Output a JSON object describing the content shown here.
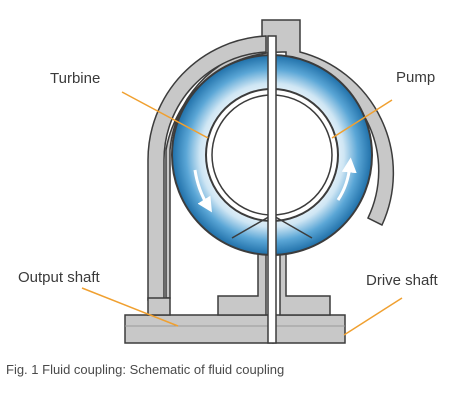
{
  "labels": {
    "turbine": "Turbine",
    "pump": "Pump",
    "output_shaft": "Output shaft",
    "drive_shaft": "Drive shaft"
  },
  "caption": "Fig. 1 Fluid coupling: Schematic of fluid coupling",
  "colors": {
    "housing": "#c8c8c8",
    "outline": "#3c3c3c",
    "fluid_inner": "#ffffff",
    "fluid_outer": "#1f6fa8",
    "leader": "#f0a030"
  }
}
